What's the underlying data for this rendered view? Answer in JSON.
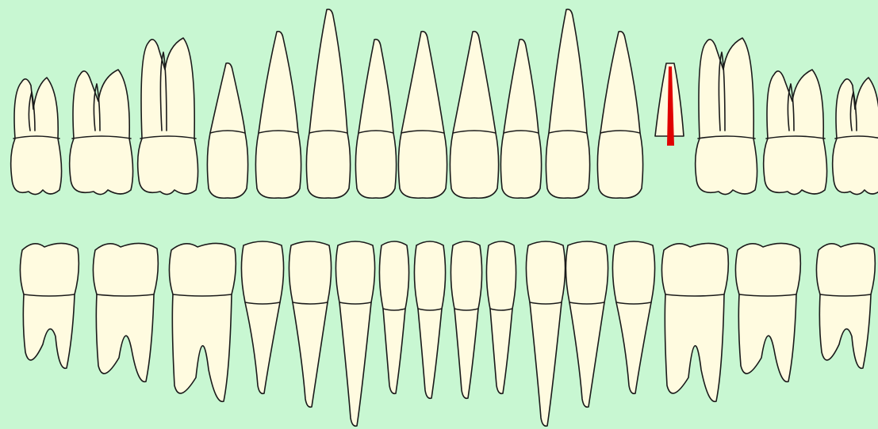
{
  "colors": {
    "background": "#C8F7D2",
    "tooth_fill": "#FFFBE0",
    "tooth_outline": "#1A1A1A",
    "marker": "#E00000"
  },
  "upper_teeth": [
    {
      "type": "molar"
    },
    {
      "type": "molar"
    },
    {
      "type": "molar"
    },
    {
      "type": "premolar"
    },
    {
      "type": "premolar"
    },
    {
      "type": "canine"
    },
    {
      "type": "incisor"
    },
    {
      "type": "incisor"
    },
    {
      "type": "incisor"
    },
    {
      "type": "incisor"
    },
    {
      "type": "canine"
    },
    {
      "type": "premolar"
    },
    {
      "type": "root-remnant",
      "marked": true
    },
    {
      "type": "molar"
    },
    {
      "type": "molar"
    },
    {
      "type": "molar"
    }
  ],
  "lower_teeth": [
    {
      "type": "molar"
    },
    {
      "type": "molar"
    },
    {
      "type": "molar"
    },
    {
      "type": "premolar"
    },
    {
      "type": "premolar"
    },
    {
      "type": "canine"
    },
    {
      "type": "incisor"
    },
    {
      "type": "incisor"
    },
    {
      "type": "incisor"
    },
    {
      "type": "incisor"
    },
    {
      "type": "canine"
    },
    {
      "type": "premolar"
    },
    {
      "type": "premolar"
    },
    {
      "type": "molar"
    },
    {
      "type": "molar"
    },
    {
      "type": "molar"
    }
  ]
}
